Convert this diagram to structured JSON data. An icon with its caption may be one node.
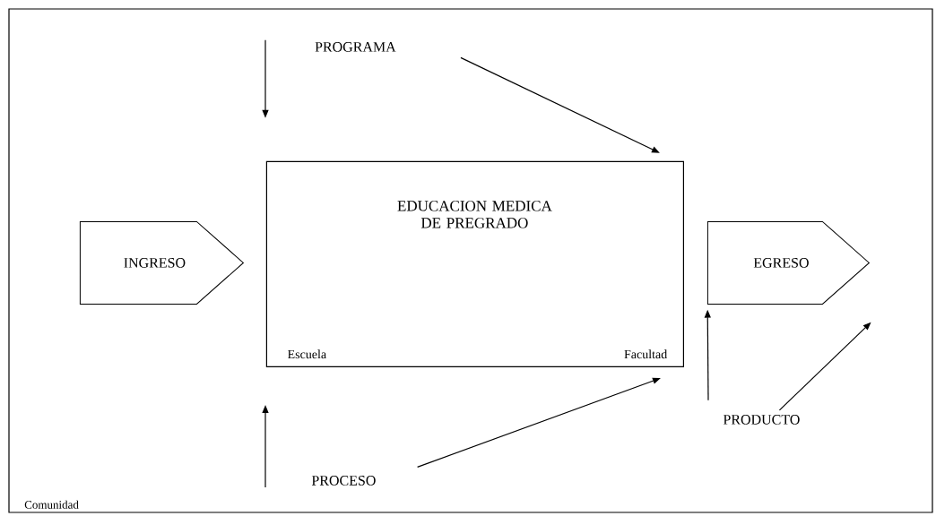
{
  "diagram": {
    "nodes": [
      {
        "text": [
          "Comunidad"
        ]
      },
      {
        "text": [
          "INGRESO"
        ],
        "in": 0
      },
      {
        "text": [
          "EDUCACION MEDICA DE PREGRADO",
          "Escuela",
          "Facultad"
        ],
        "in": 0
      },
      {
        "text": [
          "EGRESO"
        ],
        "in": 0
      },
      {
        "text": [
          "PROGRAMA"
        ],
        "in": 0
      },
      {
        "text": [
          "PROCESO"
        ],
        "in": 0
      },
      {
        "text": [
          "PRODUCTO"
        ],
        "in": 0
      }
    ],
    "edges": [
      {
        "from": 4,
        "to": 2,
        "arrow": "to"
      },
      {
        "from": 4,
        "to": 2,
        "arrow": "to"
      },
      {
        "from": 5,
        "to": 2,
        "arrow": "to"
      },
      {
        "from": 5,
        "to": 2,
        "arrow": "to"
      },
      {
        "from": 6,
        "to": 3,
        "arrow": "to"
      },
      {
        "from": 6,
        "to": 3,
        "arrow": "to"
      }
    ]
  }
}
